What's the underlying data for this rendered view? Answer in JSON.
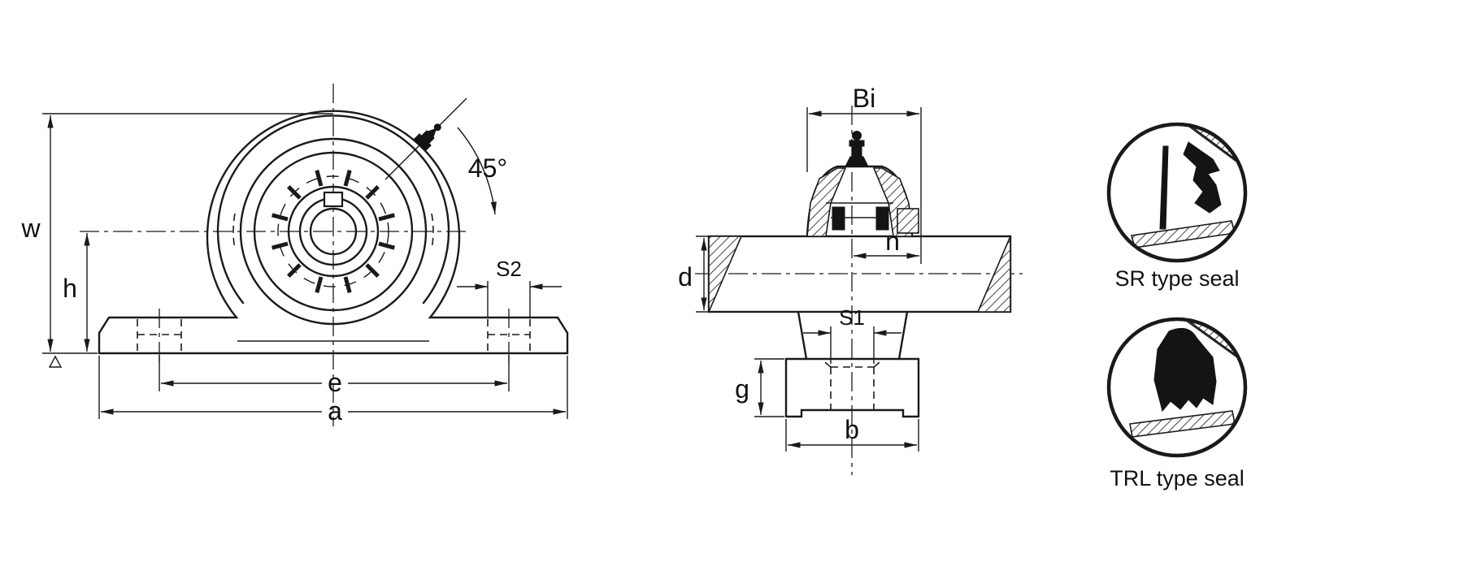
{
  "page": {
    "paper_color": "#ffffff",
    "ink_color": "#1a1a1a"
  },
  "front_view": {
    "labels": {
      "w": "w",
      "h": "h",
      "e": "e",
      "a": "a",
      "s2": "S2",
      "angle": "45°"
    }
  },
  "side_view": {
    "labels": {
      "bi": "Bi",
      "n": "n",
      "d": "d",
      "s1": "S1",
      "g": "g",
      "b": "b"
    }
  },
  "seal_details": [
    {
      "caption": "SR type seal"
    },
    {
      "caption": "TRL type seal"
    }
  ]
}
